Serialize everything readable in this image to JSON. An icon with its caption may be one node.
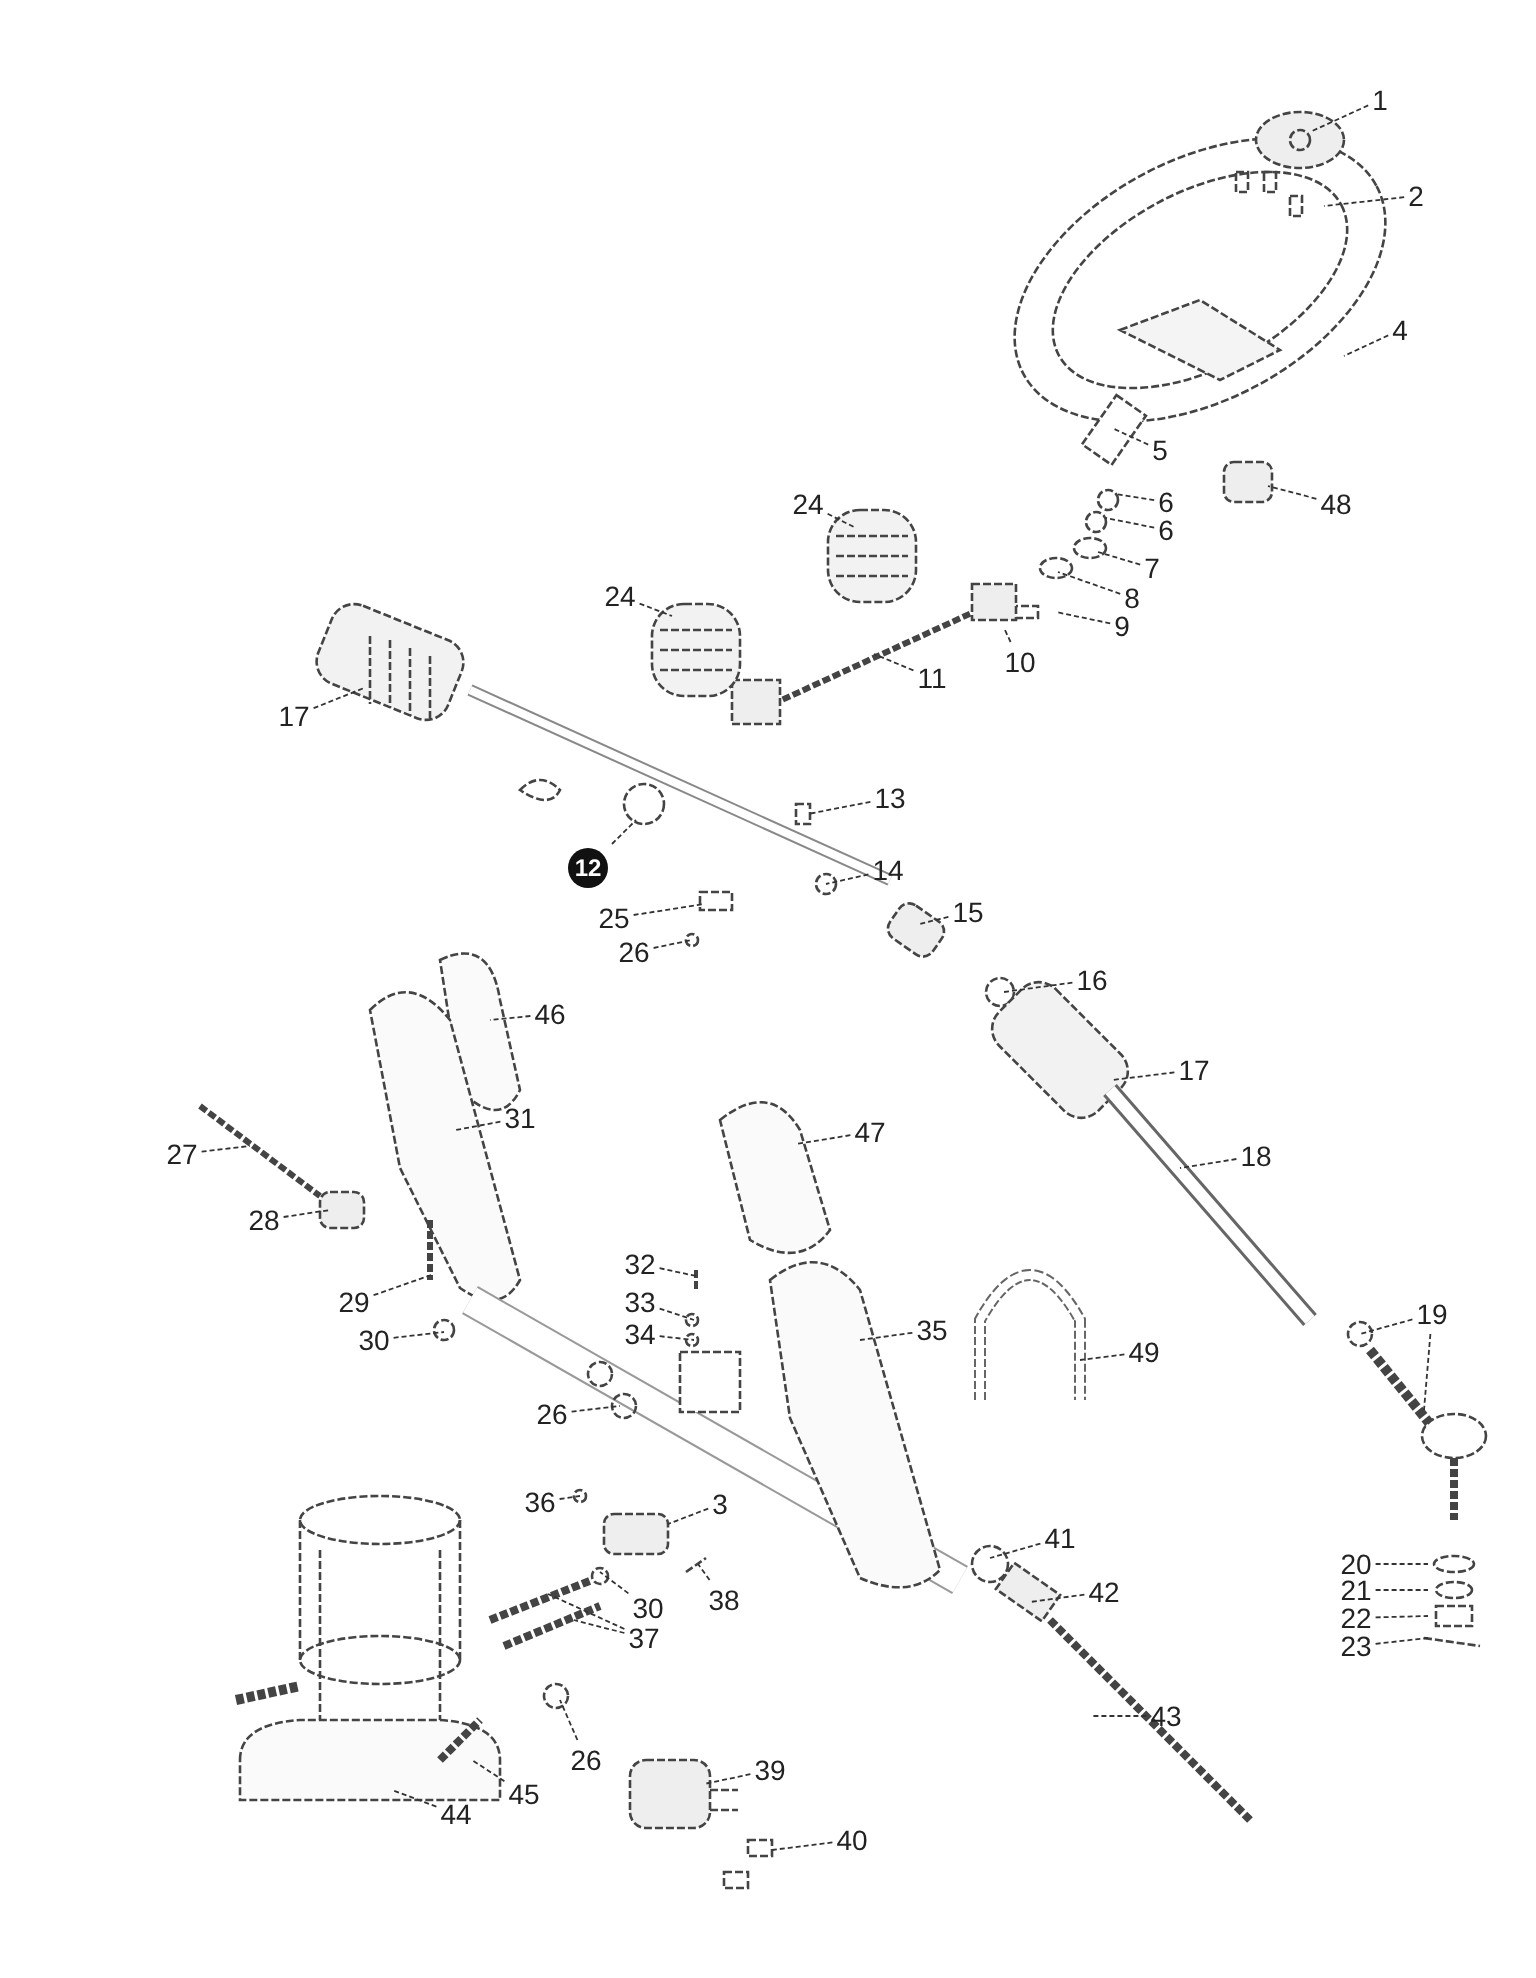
{
  "diagram": {
    "nodes": [
      {
        "text": [
          "1"
        ]
      },
      {
        "text": [
          "2"
        ]
      },
      {
        "text": [
          "4"
        ]
      },
      {
        "text": [
          "5"
        ]
      },
      {
        "text": [
          "48"
        ]
      },
      {
        "text": [
          "6"
        ]
      },
      {
        "text": [
          "6"
        ]
      },
      {
        "text": [
          "7"
        ]
      },
      {
        "text": [
          "8"
        ]
      },
      {
        "text": [
          "24"
        ]
      },
      {
        "text": [
          "9"
        ]
      },
      {
        "text": [
          "24"
        ]
      },
      {
        "text": [
          "10"
        ]
      },
      {
        "text": [
          "11"
        ]
      },
      {
        "text": [
          "17"
        ]
      },
      {
        "text": [
          "13"
        ]
      },
      {
        "text": [
          "12"
        ]
      },
      {
        "text": [
          "14"
        ]
      },
      {
        "text": [
          "25"
        ]
      },
      {
        "text": [
          "15"
        ]
      },
      {
        "text": [
          "26"
        ]
      },
      {
        "text": [
          "16"
        ]
      },
      {
        "text": [
          "46"
        ]
      },
      {
        "text": [
          "17"
        ]
      },
      {
        "text": [
          "31"
        ]
      },
      {
        "text": [
          "47"
        ]
      },
      {
        "text": [
          "27"
        ]
      },
      {
        "text": [
          "18"
        ]
      },
      {
        "text": [
          "28"
        ]
      },
      {
        "text": [
          "29"
        ]
      },
      {
        "text": [
          "32"
        ]
      },
      {
        "text": [
          "33"
        ]
      },
      {
        "text": [
          "34"
        ]
      },
      {
        "text": [
          "30"
        ]
      },
      {
        "text": [
          "35"
        ]
      },
      {
        "text": [
          "49"
        ]
      },
      {
        "text": [
          "19"
        ]
      },
      {
        "text": [
          "26"
        ]
      },
      {
        "text": [
          "36"
        ]
      },
      {
        "text": [
          "3"
        ]
      },
      {
        "text": [
          "30"
        ]
      },
      {
        "text": [
          "38"
        ]
      },
      {
        "text": [
          "20"
        ]
      },
      {
        "text": [
          "21"
        ]
      },
      {
        "text": [
          "41"
        ]
      },
      {
        "text": [
          "22"
        ]
      },
      {
        "text": [
          "37"
        ]
      },
      {
        "text": [
          "42"
        ]
      },
      {
        "text": [
          "23"
        ]
      },
      {
        "text": [
          "43"
        ]
      },
      {
        "text": [
          "26"
        ]
      },
      {
        "text": [
          "39"
        ]
      },
      {
        "text": [
          "45"
        ]
      },
      {
        "text": [
          "44"
        ]
      },
      {
        "text": [
          "40"
        ]
      }
    ],
    "edges": [
      {
        "from": 0,
        "to": null,
        "arrow": "none"
      },
      {
        "from": 1,
        "to": null,
        "arrow": "none"
      },
      {
        "from": 2,
        "to": null,
        "arrow": "none"
      },
      {
        "from": 3,
        "to": null,
        "arrow": "none"
      },
      {
        "from": 4,
        "to": null,
        "arrow": "none"
      },
      {
        "from": 5,
        "to": null,
        "arrow": "none"
      },
      {
        "from": 6,
        "to": null,
        "arrow": "none"
      },
      {
        "from": 7,
        "to": null,
        "arrow": "none"
      },
      {
        "from": 8,
        "to": null,
        "arrow": "none"
      },
      {
        "from": 9,
        "to": null,
        "arrow": "none"
      },
      {
        "from": 10,
        "to": null,
        "arrow": "none"
      },
      {
        "from": 11,
        "to": null,
        "arrow": "none"
      },
      {
        "from": 12,
        "to": null,
        "arrow": "none"
      },
      {
        "from": 13,
        "to": null,
        "arrow": "none"
      },
      {
        "from": 14,
        "to": null,
        "arrow": "none"
      },
      {
        "from": 15,
        "to": null,
        "arrow": "none"
      },
      {
        "from": 16,
        "to": null,
        "arrow": "none"
      },
      {
        "from": 17,
        "to": null,
        "arrow": "none"
      },
      {
        "from": 18,
        "to": null,
        "arrow": "none"
      },
      {
        "from": 19,
        "to": null,
        "arrow": "none"
      },
      {
        "from": 20,
        "to": null,
        "arrow": "none"
      },
      {
        "from": 21,
        "to": null,
        "arrow": "none"
      },
      {
        "from": 22,
        "to": null,
        "arrow": "none"
      },
      {
        "from": 23,
        "to": null,
        "arrow": "none"
      },
      {
        "from": 24,
        "to": null,
        "arrow": "none"
      },
      {
        "from": 25,
        "to": null,
        "arrow": "none"
      },
      {
        "from": 26,
        "to": null,
        "arrow": "none"
      },
      {
        "from": 27,
        "to": null,
        "arrow": "none"
      },
      {
        "from": 28,
        "to": null,
        "arrow": "none"
      },
      {
        "from": 29,
        "to": null,
        "arrow": "none"
      },
      {
        "from": 30,
        "to": null,
        "arrow": "none"
      },
      {
        "from": 31,
        "to": null,
        "arrow": "none"
      },
      {
        "from": 32,
        "to": null,
        "arrow": "none"
      },
      {
        "from": 33,
        "to": null,
        "arrow": "none"
      },
      {
        "from": 34,
        "to": null,
        "arrow": "none"
      },
      {
        "from": 35,
        "to": null,
        "arrow": "none"
      },
      {
        "from": 36,
        "to": null,
        "arrow": "none"
      },
      {
        "from": 36,
        "to": null,
        "arrow": "none"
      },
      {
        "from": 37,
        "to": null,
        "arrow": "none"
      },
      {
        "from": 38,
        "to": null,
        "arrow": "none"
      },
      {
        "from": 39,
        "to": null,
        "arrow": "none"
      },
      {
        "from": 40,
        "to": null,
        "arrow": "none"
      },
      {
        "from": 41,
        "to": null,
        "arrow": "none"
      },
      {
        "from": 42,
        "to": null,
        "arrow": "none"
      },
      {
        "from": 43,
        "to": null,
        "arrow": "none"
      },
      {
        "from": 44,
        "to": null,
        "arrow": "none"
      },
      {
        "from": 45,
        "to": null,
        "arrow": "none"
      },
      {
        "from": 46,
        "to": null,
        "arrow": "none"
      },
      {
        "from": 46,
        "to": null,
        "arrow": "none"
      },
      {
        "from": 47,
        "to": null,
        "arrow": "none"
      },
      {
        "from": 48,
        "to": null,
        "arrow": "none"
      },
      {
        "from": 49,
        "to": null,
        "arrow": "none"
      },
      {
        "from": 50,
        "to": null,
        "arrow": "none"
      },
      {
        "from": 51,
        "to": null,
        "arrow": "none"
      },
      {
        "from": 52,
        "to": null,
        "arrow": "none"
      },
      {
        "from": 53,
        "to": null,
        "arrow": "none"
      },
      {
        "from": 54,
        "to": null,
        "arrow": "none"
      }
    ]
  }
}
